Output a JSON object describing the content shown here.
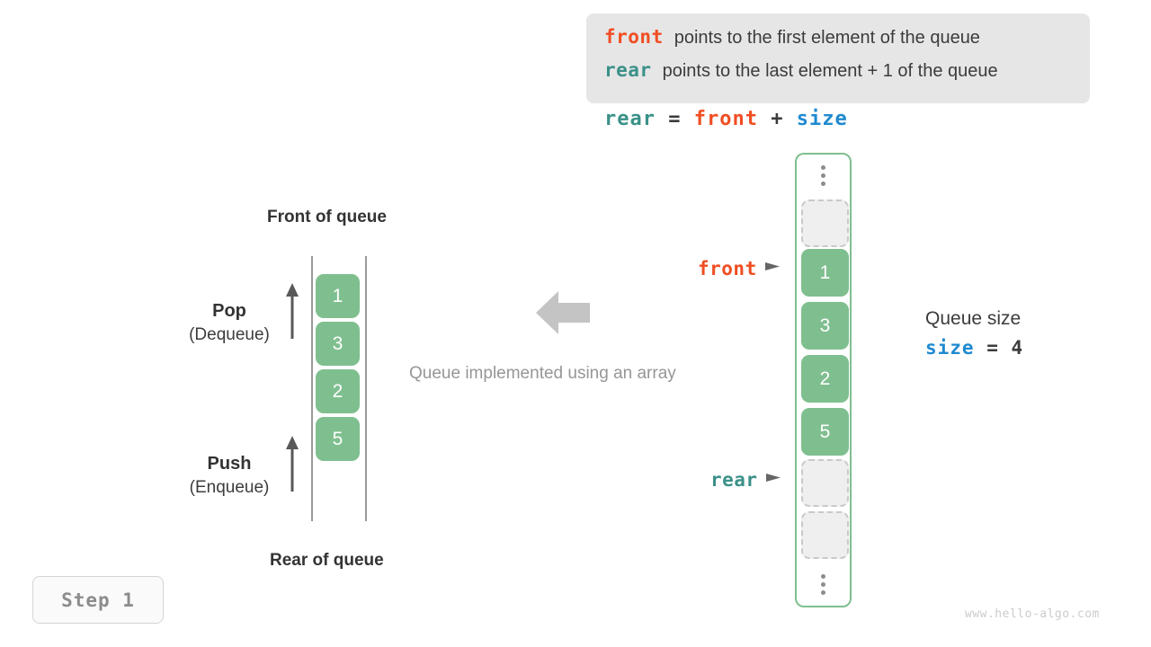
{
  "info_box": {
    "lines": [
      {
        "keyword": "front",
        "keyword_color": "#f04e23",
        "text": "points to the first element of the queue"
      },
      {
        "keyword": "rear",
        "keyword_color": "#3a9188",
        "text": "points to the last element + 1 of the queue"
      }
    ]
  },
  "formula": {
    "lhs": "rear",
    "equals": "=",
    "rhs1": "front",
    "plus": "+",
    "rhs2": "size"
  },
  "left_queue": {
    "top_label": "Front of queue",
    "bottom_label": "Rear of queue",
    "cells": [
      "1",
      "3",
      "2",
      "5"
    ],
    "operations": [
      {
        "name": "pop",
        "main": "Pop",
        "sub": "(Dequeue)",
        "arrow": "up-arrow-icon"
      },
      {
        "name": "push",
        "main": "Push",
        "sub": "(Enqueue)",
        "arrow": "up-arrow-icon"
      }
    ]
  },
  "middle": {
    "arrow": "left-arrow-icon",
    "caption": "Queue implemented using an array"
  },
  "array": {
    "top_dots": "vertical-ellipsis-icon",
    "bottom_dots": "vertical-ellipsis-icon",
    "cells": [
      {
        "value": "",
        "state": "empty"
      },
      {
        "value": "1",
        "state": "filled"
      },
      {
        "value": "3",
        "state": "filled"
      },
      {
        "value": "2",
        "state": "filled"
      },
      {
        "value": "5",
        "state": "filled"
      },
      {
        "value": "",
        "state": "empty"
      },
      {
        "value": "",
        "state": "empty"
      }
    ],
    "pointers": [
      {
        "name": "front",
        "label": "front",
        "color": "#f04e23",
        "arrow": "right-caret-icon"
      },
      {
        "name": "rear",
        "label": "rear",
        "color": "#3a9188",
        "arrow": "right-caret-icon"
      }
    ]
  },
  "size_note": {
    "title": "Queue size",
    "var": "size",
    "equals": "=",
    "value": "4"
  },
  "step_badge": {
    "label": "Step 1"
  },
  "watermark": {
    "text": "www.hello-algo.com"
  },
  "colors": {
    "green_fill": "#7fbf8f",
    "orange": "#f04e23",
    "teal": "#3a9188",
    "blue": "#1f8ad0",
    "gray_arrow": "#c4c4c4",
    "info_bg": "#e6e6e6"
  }
}
